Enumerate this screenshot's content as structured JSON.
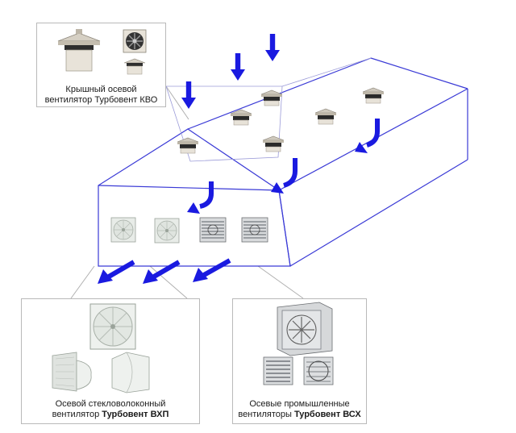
{
  "roof_card": {
    "caption_line1": "Крышный осевой",
    "caption_line2": "вентилятор Турбовент КВО"
  },
  "fiberglass_card": {
    "caption_line1": "Осевой стекловолоконный",
    "caption_line2_prefix": "вентилятор ",
    "caption_line2_bold": "Турбовент ВХП"
  },
  "industrial_card": {
    "caption_line1": "Осевые промышленные",
    "caption_line2_prefix": "вентиляторы ",
    "caption_line2_bold": "Турбовент ВСХ"
  },
  "colors": {
    "building_outline": "#3a3ad6",
    "arrow": "#1a1ae0",
    "leader_line": "#b0b0b0",
    "card_border": "#b9b9b9"
  }
}
